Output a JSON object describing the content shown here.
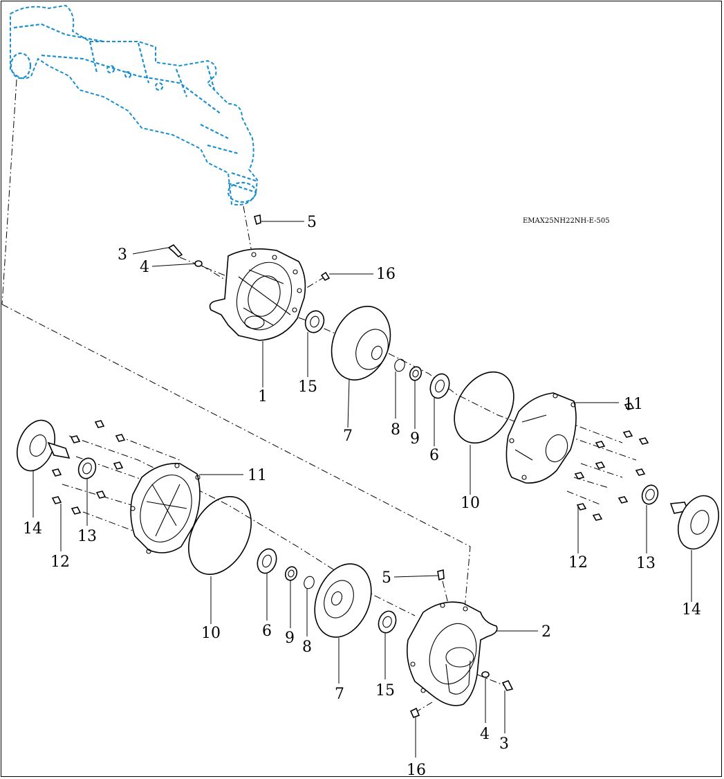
{
  "drawing_code": "EMAX25NH22NH-E-505",
  "callouts": {
    "upper_housing": "1",
    "lower_housing": "2",
    "bolt_upper": "3",
    "bolt_lower": "3",
    "washer_upper": "4",
    "washer_lower": "4",
    "plug_upper": "5",
    "plug_lower": "5",
    "bearing_upper": "6",
    "bearing_lower": "6",
    "gear_upper": "7",
    "gear_lower": "7",
    "circlip_upper": "8",
    "circlip_lower": "8",
    "shim_upper": "9",
    "shim_lower": "9",
    "oring_upper": "10",
    "oring_lower": "10",
    "cover_right": "11",
    "cover_left": "11",
    "bolts_right": "12",
    "bolts_left": "12",
    "seal_right": "13",
    "seal_left": "13",
    "flange_right": "14",
    "flange_left": "14",
    "bearing15_upper": "15",
    "bearing15_lower": "15",
    "breather_upper": "16",
    "breather_lower": "16"
  },
  "colors": {
    "reference_part": "#1a8fd0",
    "line": "#000000"
  }
}
